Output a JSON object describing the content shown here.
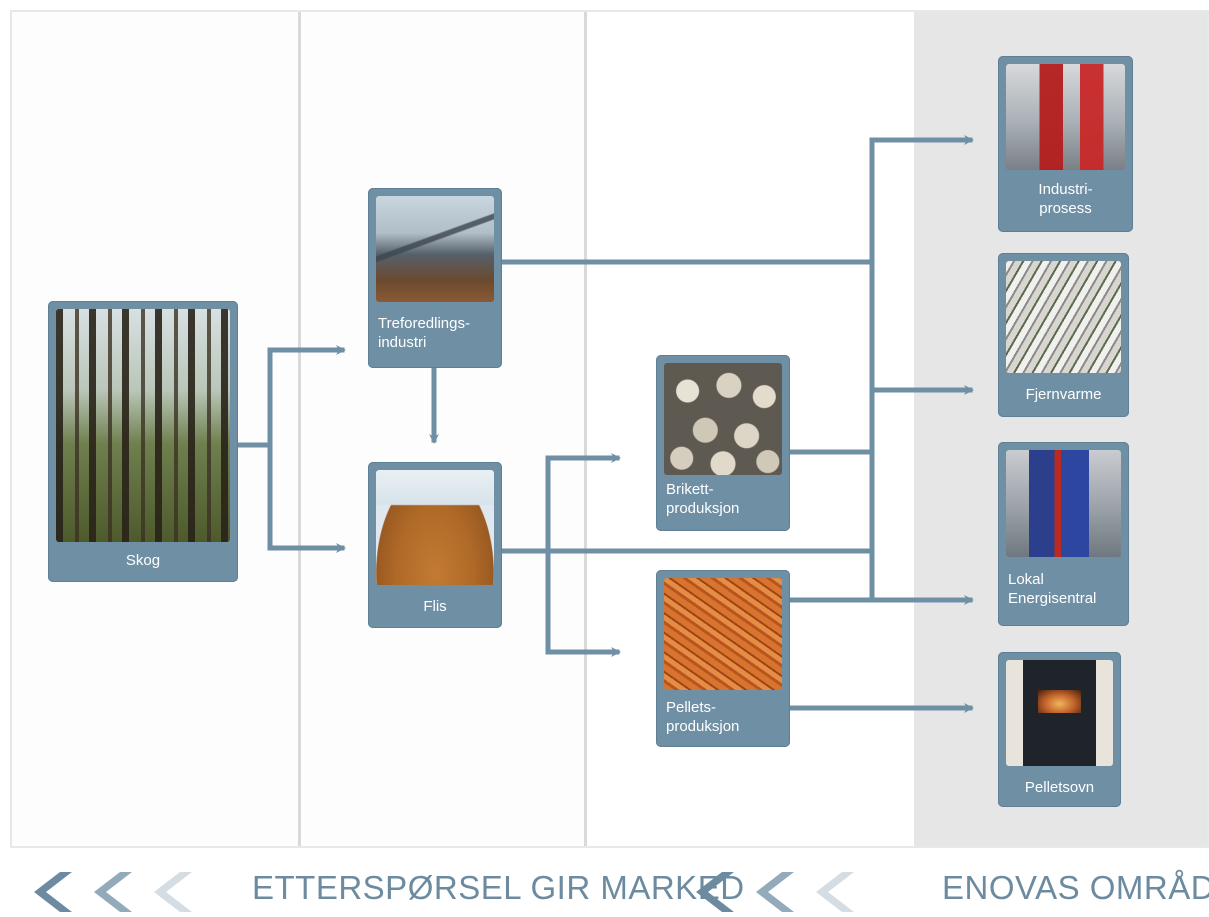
{
  "nodes": {
    "skog": {
      "label": "Skog",
      "image": "forest-photo"
    },
    "treforedling": {
      "label": "Treforedlings-\nindustri",
      "image": "sawmill-photo"
    },
    "flis": {
      "label": "Flis",
      "image": "wood-chips-photo"
    },
    "brikett": {
      "label": "Brikett-\nproduksjon",
      "image": "briquettes-photo"
    },
    "pellets": {
      "label": "Pellets-\nproduksjon",
      "image": "pellets-photo"
    },
    "industriprosess": {
      "label": "Industri-\nprosess",
      "image": "industrial-plant-photo"
    },
    "fjernvarme": {
      "label": "Fjernvarme",
      "image": "city-aerial-photo"
    },
    "lokal": {
      "label": "Lokal\nEnergisentral",
      "image": "boiler-room-photo"
    },
    "pelletsovn": {
      "label": "Pelletsovn",
      "image": "pellet-stove-photo"
    }
  },
  "banner": {
    "left_text": "ETTERSPØRSEL GIR MARKED",
    "right_text": "ENOVAS OMRÅDE",
    "chevron_color": "#6d8ba0"
  },
  "colors": {
    "node_fill": "#6f8fa5",
    "connector": "#6f8fa5",
    "enova_area": "#e6e6e6"
  }
}
